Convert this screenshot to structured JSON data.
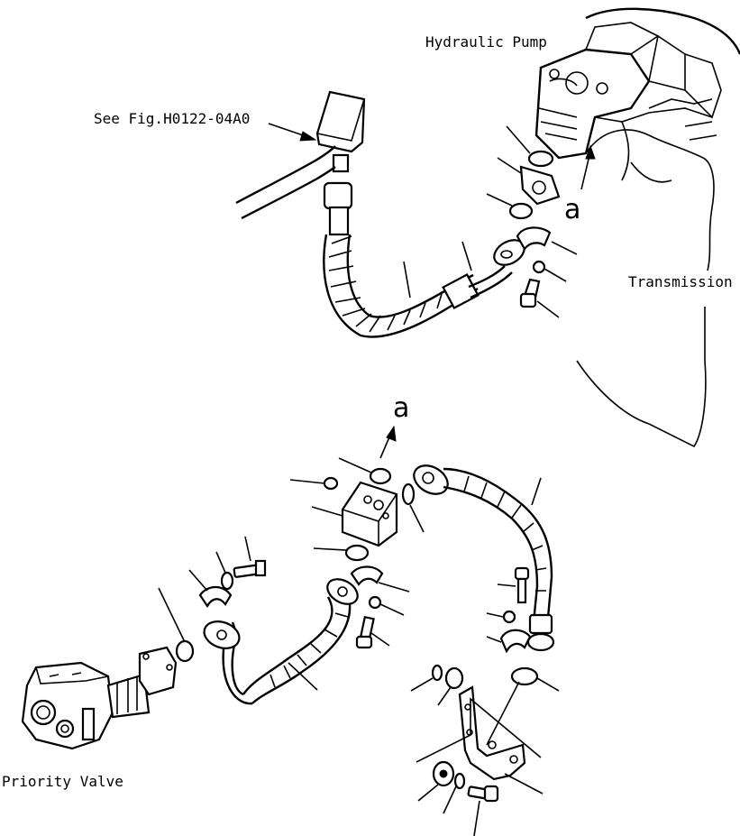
{
  "labels": {
    "hydraulic_pump": "Hydraulic Pump",
    "see_fig": "See Fig.H0122-04A0",
    "transmission": "Transmission",
    "priority_valve": "Priority Valve",
    "ref_a_top": "a",
    "ref_a_bottom": "a"
  },
  "colors": {
    "ink": "#000000",
    "paper": "#ffffff"
  }
}
